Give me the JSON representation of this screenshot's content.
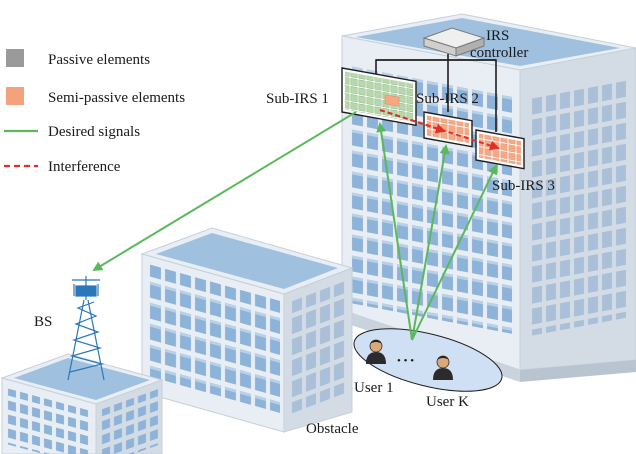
{
  "legend": {
    "passive": {
      "label": "Passive elements",
      "color": "#9a9a9a"
    },
    "semi_passive": {
      "label": "Semi-passive elements",
      "color": "#f4a27c"
    },
    "desired": {
      "label": "Desired signals",
      "color": "#5cb85c"
    },
    "interference": {
      "label": "Interference",
      "color": "#e0302a"
    }
  },
  "labels": {
    "controller_line1": "IRS",
    "controller_line2": "controller",
    "sub_irs_1": "Sub-IRS 1",
    "sub_irs_2": "Sub-IRS 2",
    "sub_irs_3": "Sub-IRS 3",
    "bs": "BS",
    "user_1": "User 1",
    "user_k": "User K",
    "dots": "• • •",
    "obstacle": "Obstacle"
  },
  "colors": {
    "building_face": "#e9eef4",
    "building_side": "#d3dbe5",
    "building_roof": "#9fc1df",
    "window_front": "#8eb3d8",
    "window_side": "#a7bfd8",
    "green": "#5cb85c",
    "red": "#e0302a",
    "user_zone": "#cfe0f5"
  }
}
